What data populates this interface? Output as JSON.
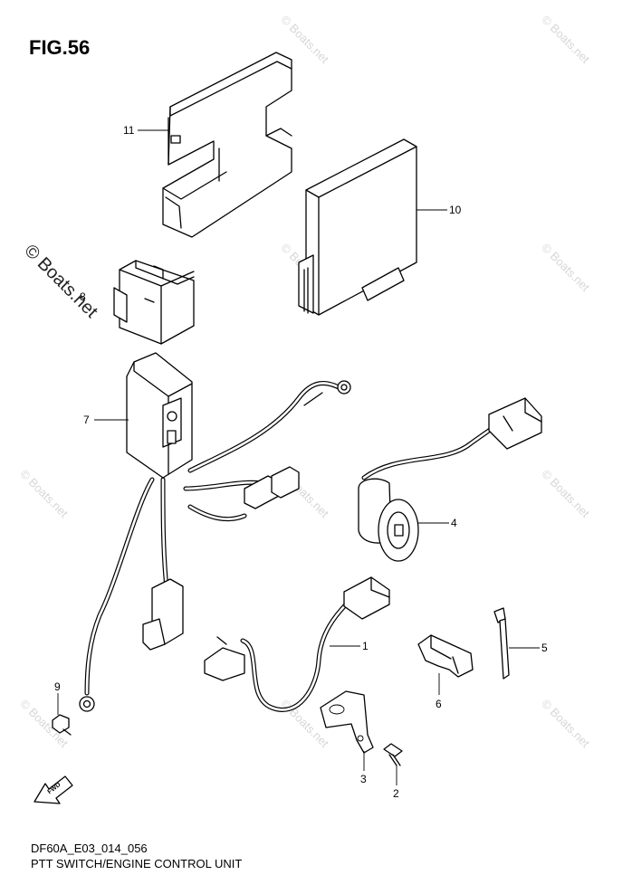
{
  "figure": {
    "title": "FIG.56",
    "code": "DF60A_E03_014_056",
    "caption": "PTT SWITCH/ENGINE CONTROL UNIT"
  },
  "callouts": [
    "1",
    "2",
    "3",
    "4",
    "5",
    "6",
    "7",
    "8",
    "9",
    "10",
    "11"
  ],
  "watermark": {
    "text": "© Boats.net",
    "color": "#d7d7d7"
  },
  "fwd_marker": {
    "label": "FWD"
  }
}
